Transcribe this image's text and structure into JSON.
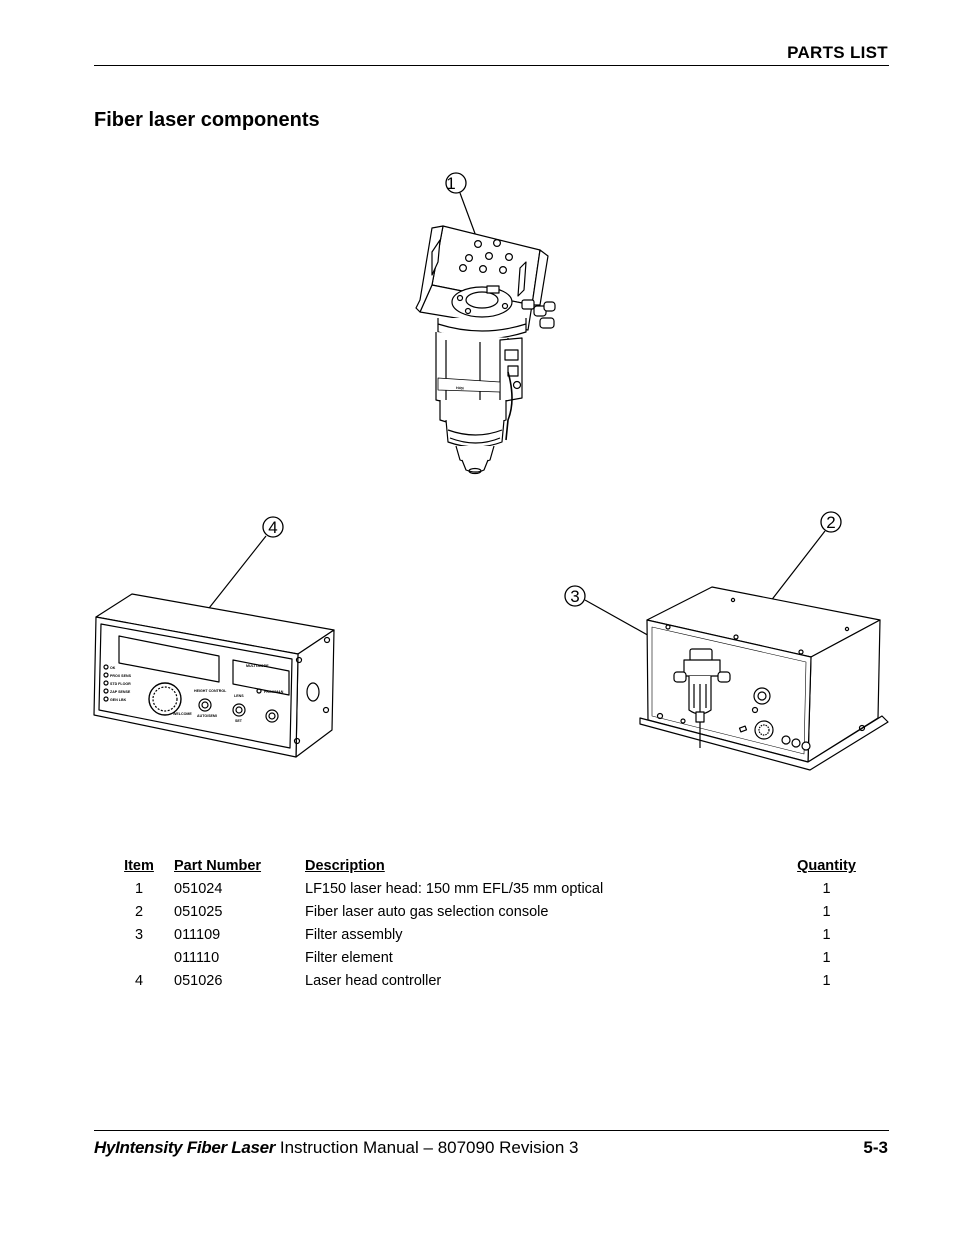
{
  "header": {
    "section": "PARTS LIST"
  },
  "page_title": "Fiber laser components",
  "figure": {
    "callouts": [
      "1",
      "2",
      "3",
      "4"
    ],
    "head_label": "H40i",
    "controller_leds": [
      "OK",
      "PROX SENS",
      "STD FLOOR",
      "ZAP SENSE",
      "GEN LBK"
    ],
    "controller_labels": [
      "HEIGHT CONTROL",
      "LENS",
      "SET",
      "AUTO/SEMI",
      "WELCOME",
      "PROX/MAN",
      "MULTI-MODE"
    ]
  },
  "parts_table": {
    "headers": {
      "item": "Item",
      "part_number": "Part Number",
      "description": "Description",
      "quantity": "Quantity"
    },
    "rows": [
      {
        "item": "1",
        "part_number": "051024",
        "description": "LF150 laser head: 150 mm EFL/35 mm optical",
        "quantity": "1"
      },
      {
        "item": "2",
        "part_number": "051025",
        "description": "Fiber laser auto gas selection console",
        "quantity": "1"
      },
      {
        "item": "3",
        "part_number": "011109",
        "description": "Filter assembly",
        "quantity": "1"
      },
      {
        "item": "",
        "part_number": "011110",
        "description": "Filter element",
        "quantity": "1"
      },
      {
        "item": "4",
        "part_number": "051026",
        "description": "Laser head controller",
        "quantity": "1"
      }
    ]
  },
  "footer": {
    "product": "HyIntensity Fiber Laser",
    "manual": "Instruction Manual",
    "dash": "–",
    "doc": "807090 Revision 3",
    "page": "5-3"
  }
}
